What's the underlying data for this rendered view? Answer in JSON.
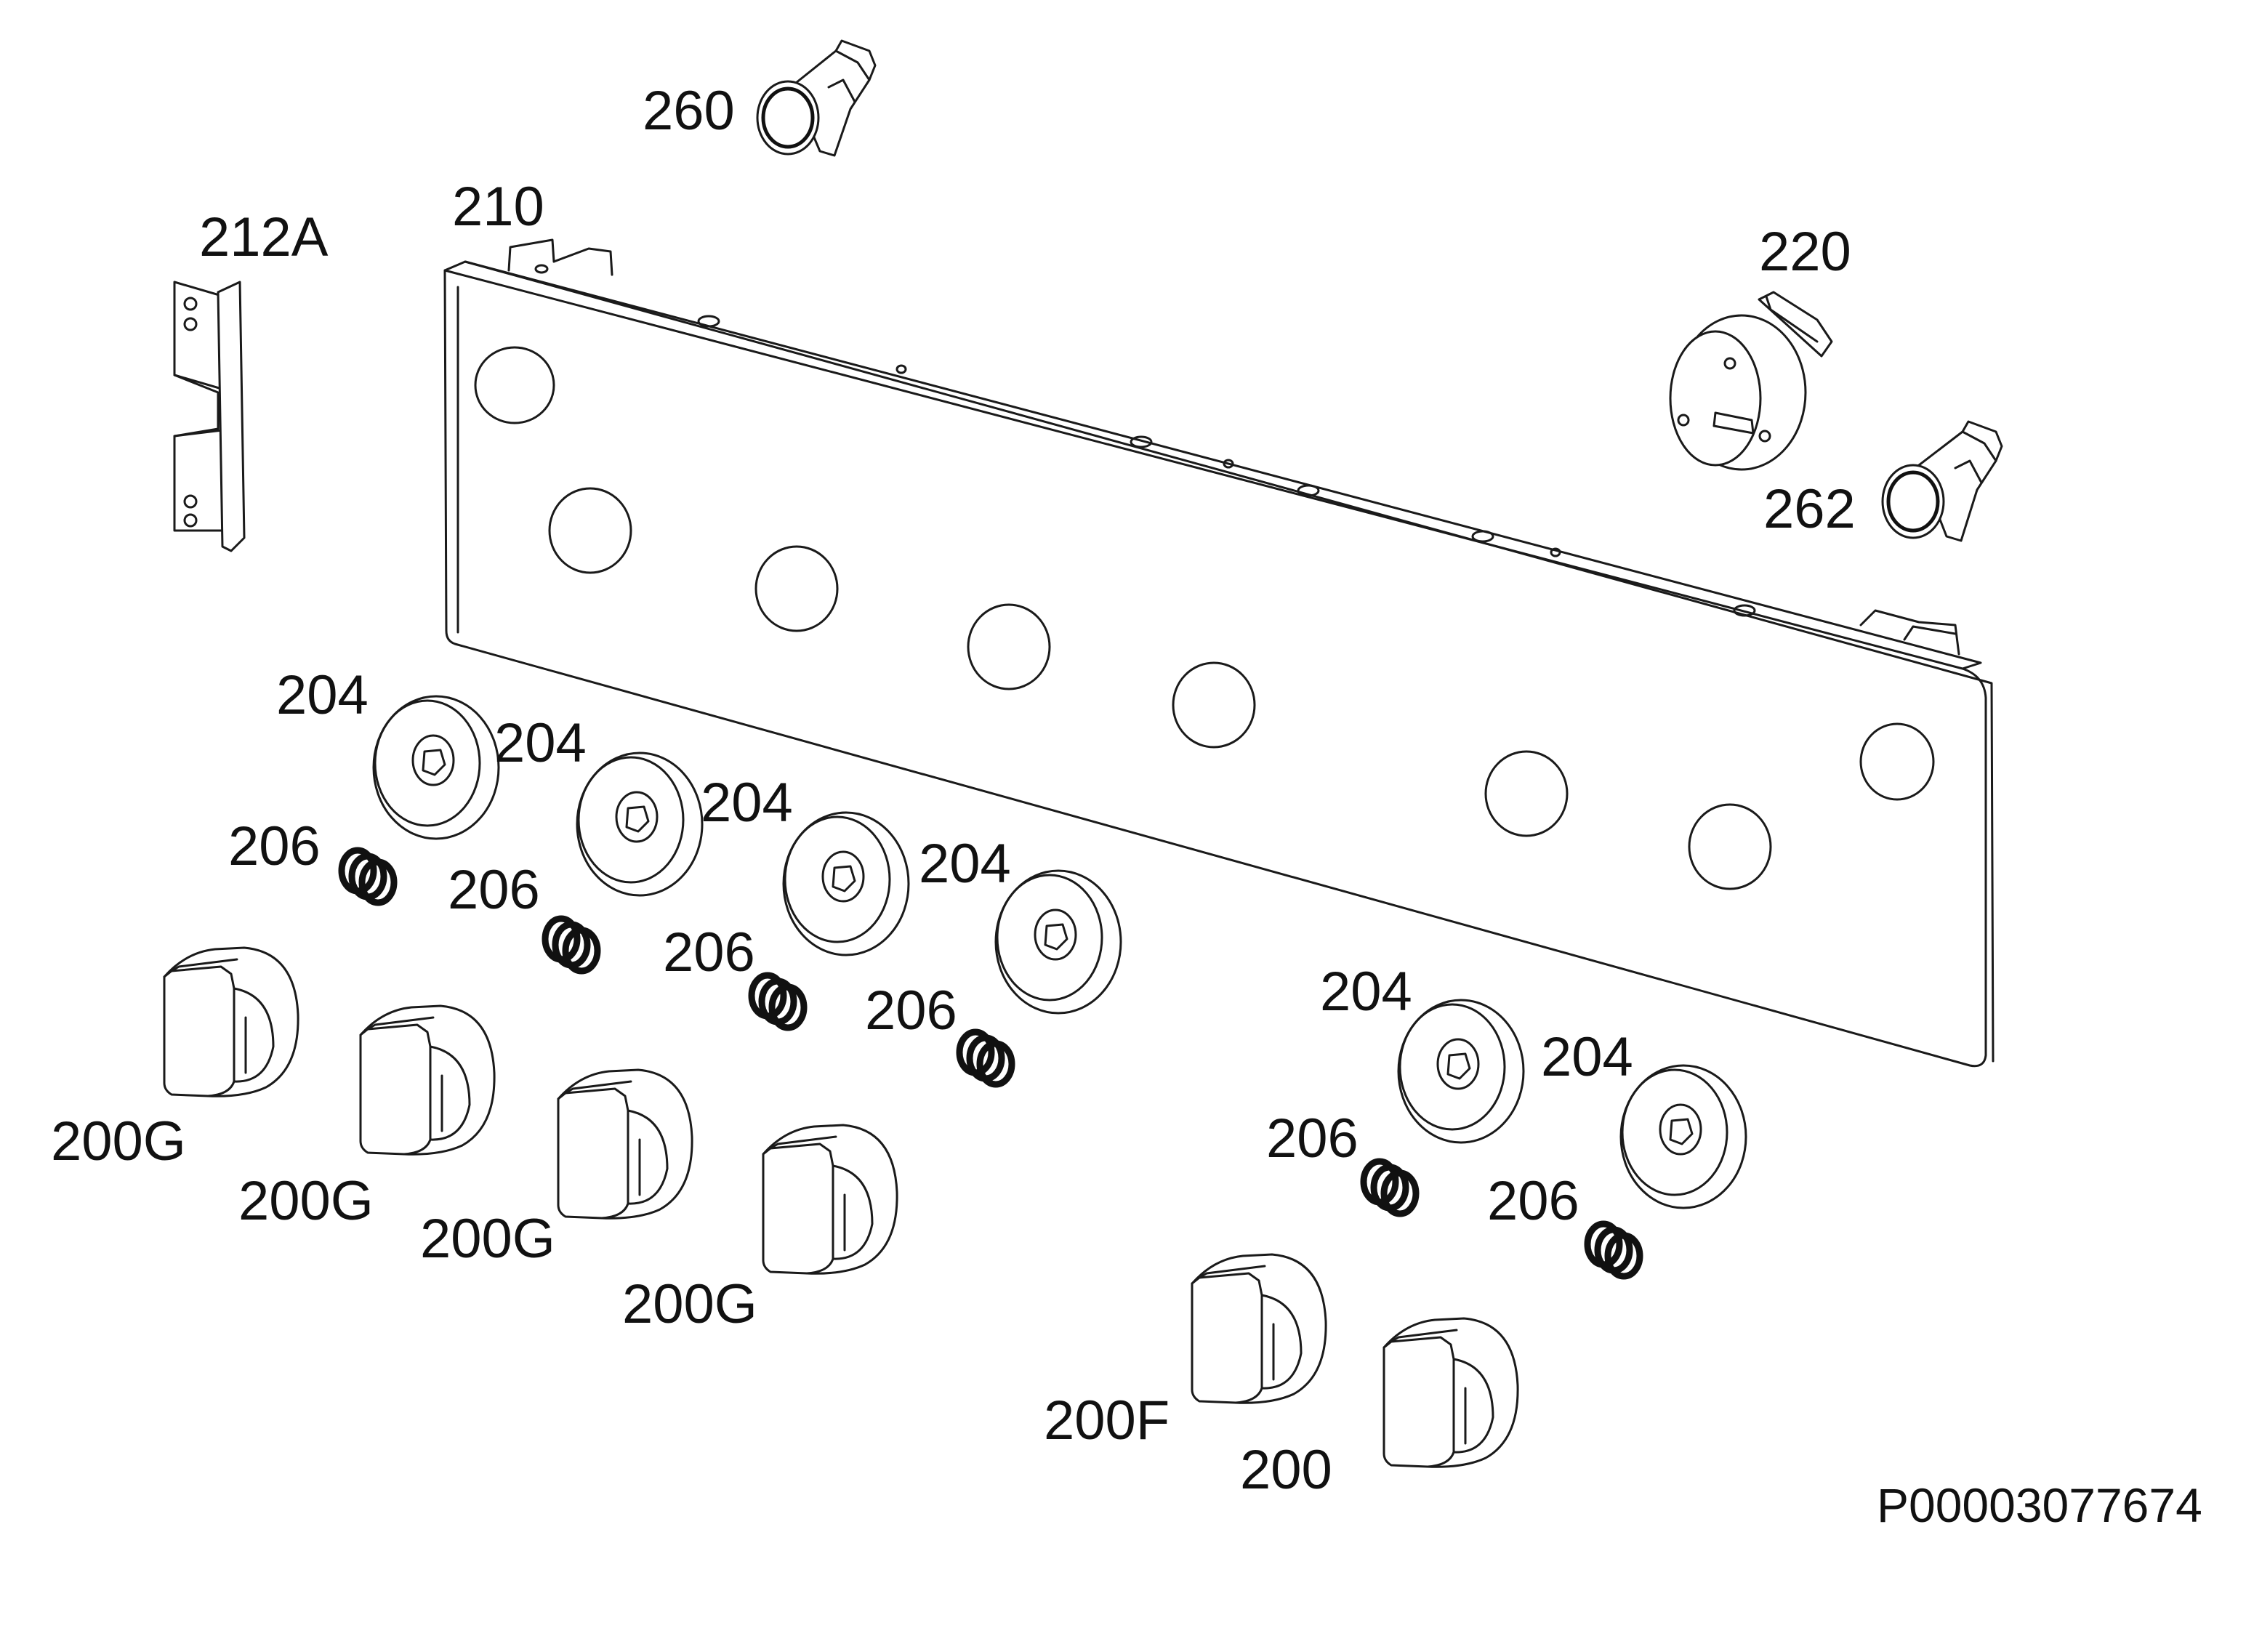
{
  "diagram": {
    "drawing_number": "P00003077674",
    "labels": {
      "p260": "260",
      "p210": "210",
      "p212a": "212A",
      "p220": "220",
      "p262": "262",
      "p204_1": "204",
      "p204_2": "204",
      "p204_3": "204",
      "p204_4": "204",
      "p204_5": "204",
      "p204_6": "204",
      "p206_1": "206",
      "p206_2": "206",
      "p206_3": "206",
      "p206_4": "206",
      "p206_5": "206",
      "p206_6": "206",
      "p200g_1": "200G",
      "p200g_2": "200G",
      "p200g_3": "200G",
      "p200g_4": "200G",
      "p200f": "200F",
      "p200": "200"
    }
  }
}
